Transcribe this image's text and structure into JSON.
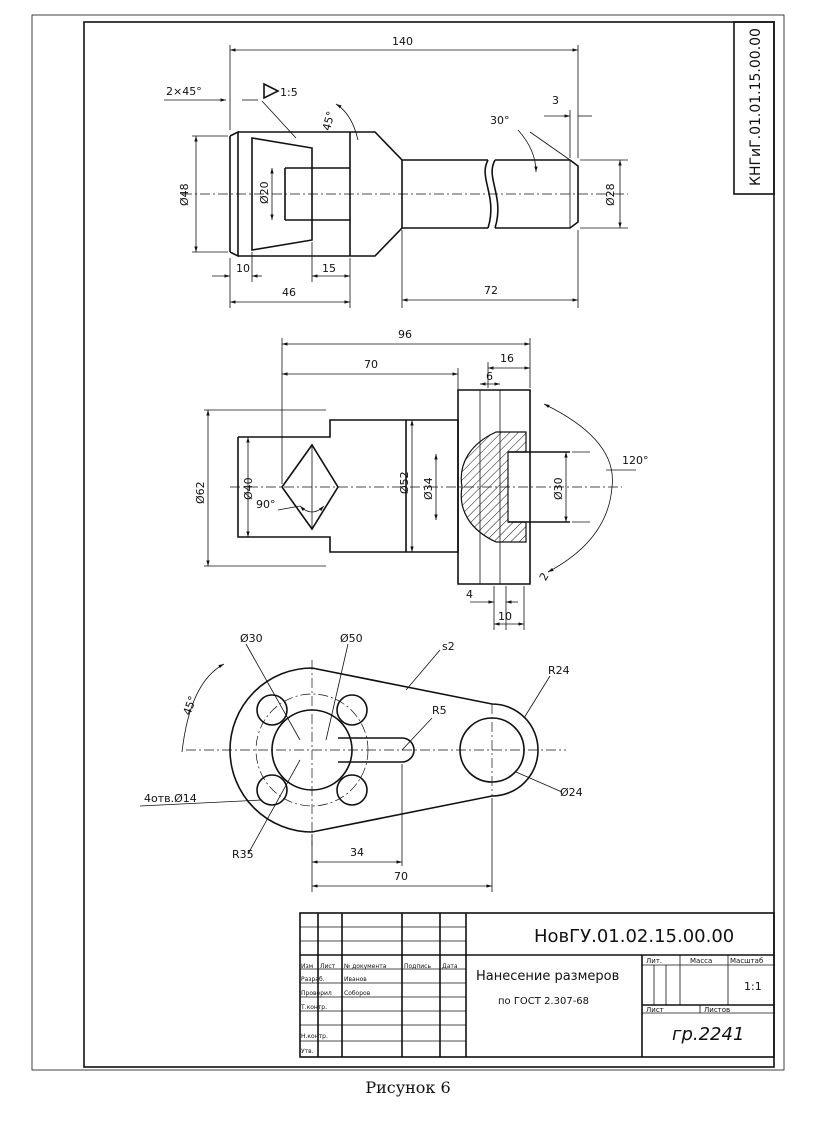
{
  "frame_code": "КНГиГ.01.01.15.00.00",
  "views": {
    "top": {
      "dims": {
        "overall_length": "140",
        "chamfer": "2×45°",
        "taper": "1:5",
        "angle_45": "45°",
        "angle_30": "30°",
        "step_3": "3",
        "dia_48": "Ø48",
        "dia_20": "Ø20",
        "dia_28": "Ø28",
        "len_10": "10",
        "len_15": "15",
        "len_46": "46",
        "len_72": "72"
      }
    },
    "middle": {
      "dims": {
        "len_96": "96",
        "len_70": "70",
        "len_16": "16",
        "len_6": "6",
        "dia_62": "Ø62",
        "dia_40": "Ø40",
        "dia_52": "Ø52",
        "dia_34": "Ø34",
        "dia_30": "Ø30",
        "angle_90": "90°",
        "angle_120": "120°",
        "len_2": "2",
        "len_4": "4",
        "len_10": "10"
      }
    },
    "bottom": {
      "dims": {
        "dia_30": "Ø30",
        "dia_50": "Ø50",
        "thickness": "s2",
        "r24": "R24",
        "r5": "R5",
        "angle_45": "45°",
        "holes": "4отв.Ø14",
        "dia_24": "Ø24",
        "r35": "R35",
        "len_34": "34",
        "len_70": "70"
      }
    }
  },
  "title_block": {
    "doc_code": "НовГУ.01.02.15.00.00",
    "title_line1": "Нанесение размеров",
    "title_line2": "по ГОСТ 2.307-68",
    "header_lit": "Лит.",
    "header_mass": "Масса",
    "header_scale": "Масштаб",
    "scale_value": "1:1",
    "sheet_label": "Лист",
    "sheets_label": "Листов",
    "group": "гр.2241",
    "rows": {
      "change": "Изм",
      "sheet": "Лист",
      "doc_no": "№ документа",
      "sign": "Подпись",
      "date": "Дата",
      "developed": "Разраб.",
      "developed_name": "Иванов",
      "checked": "Проверил",
      "checked_name": "Соборов",
      "tcontrol": "Т.контр.",
      "ncontrol": "Н.контр.",
      "approved": "Утв."
    }
  },
  "caption": "Рисунок 6"
}
